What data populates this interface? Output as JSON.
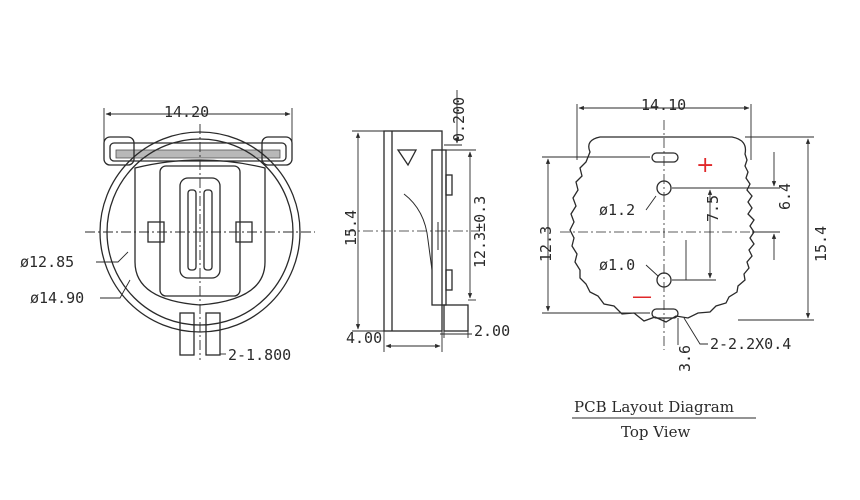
{
  "front_view": {
    "width_dim": "14.20",
    "inner_dia": "ø12.85",
    "outer_dia": "ø14.90",
    "pin_dim": "2-1.800"
  },
  "side_view": {
    "top_dim": "0.200",
    "height_dim": "15.4",
    "inner_height_dim": "12.3±0.3",
    "depth_dim": "4.00",
    "pin_dim": "2.00"
  },
  "pcb_view": {
    "width_dim": "14.10",
    "hole_small": "ø1.2",
    "hole_large": "ø1.0",
    "spacing_75": "7.5",
    "spacing_64": "6.4",
    "height_123": "12.3",
    "height_154": "15.4",
    "offset_36": "3.6",
    "slot_dim": "2-2.2X0.4",
    "plus_sign": "+",
    "minus_sign": "—"
  },
  "caption": {
    "title": "PCB Layout Diagram",
    "subtitle": "Top View"
  },
  "colors": {
    "line": "#2a2a2a",
    "accent": "#e0282a"
  }
}
